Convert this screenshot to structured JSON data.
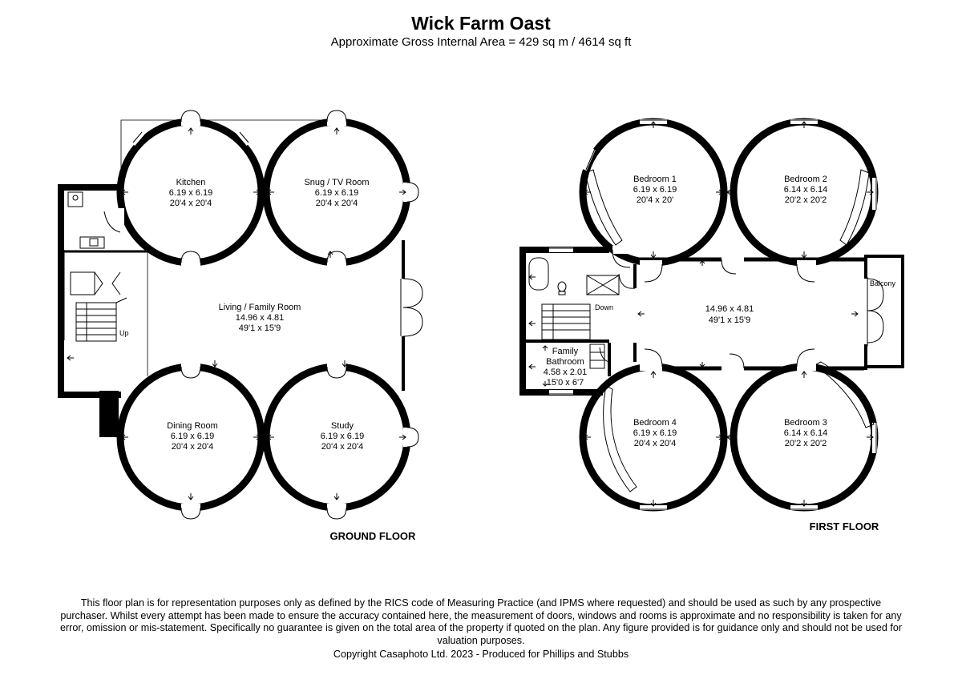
{
  "title": "Wick Farm Oast",
  "subtitle": "Approximate Gross Internal Area = 429 sq m / 4614 sq ft",
  "ground_floor": {
    "label": "GROUND FLOOR",
    "rooms": {
      "kitchen": {
        "name": "Kitchen",
        "metric": "6.19 x 6.19",
        "imperial": "20'4 x 20'4"
      },
      "snug": {
        "name": "Snug / TV Room",
        "metric": "6.19 x 6.19",
        "imperial": "20'4 x 20'4"
      },
      "living": {
        "name": "Living / Family Room",
        "metric": "14.96 x 4.81",
        "imperial": "49'1 x 15'9"
      },
      "dining": {
        "name": "Dining Room",
        "metric": "6.19 x 6.19",
        "imperial": "20'4 x 20'4"
      },
      "study": {
        "name": "Study",
        "metric": "6.19 x 6.19",
        "imperial": "20'4 x 20'4"
      }
    },
    "stair_label": "Up"
  },
  "first_floor": {
    "label": "FIRST FLOOR",
    "rooms": {
      "bed1": {
        "name": "Bedroom 1",
        "metric": "6.19 x 6.19",
        "imperial": "20'4 x 20'"
      },
      "bed2": {
        "name": "Bedroom 2",
        "metric": "6.14 x 6.14",
        "imperial": "20'2 x 20'2"
      },
      "landing": {
        "metric": "14.96 x 4.81",
        "imperial": "49'1 x 15'9"
      },
      "bed4": {
        "name": "Bedroom 4",
        "metric": "6.19 x 6.19",
        "imperial": "20'4 x 20'4"
      },
      "bed3": {
        "name": "Bedroom 3",
        "metric": "6.14 x 6.14",
        "imperial": "20'2 x 20'2"
      },
      "bath": {
        "name1": "Family",
        "name2": "Bathroom",
        "metric": "4.58 x 2.01",
        "imperial": "15'0 x 6'7"
      },
      "balcony": {
        "name": "Balcony"
      }
    },
    "stair_label": "Down"
  },
  "disclaimer": "This floor plan is for representation purposes only as defined by the RICS code of Measuring Practice (and IPMS where requested) and should be used as such by any prospective purchaser. Whilst every attempt has been made to ensure the accuracy contained here, the measurement of doors, windows and rooms is approximate and no responsibility is taken for any error, omission or mis-statement. Specifically no guarantee is given on the total area of the property if quoted on the plan. Any figure provided is for guidance only and should not be used for valuation purposes.",
  "copyright": "Copyright Casaphoto Ltd. 2023 - Produced for Phillips and Stubbs"
}
